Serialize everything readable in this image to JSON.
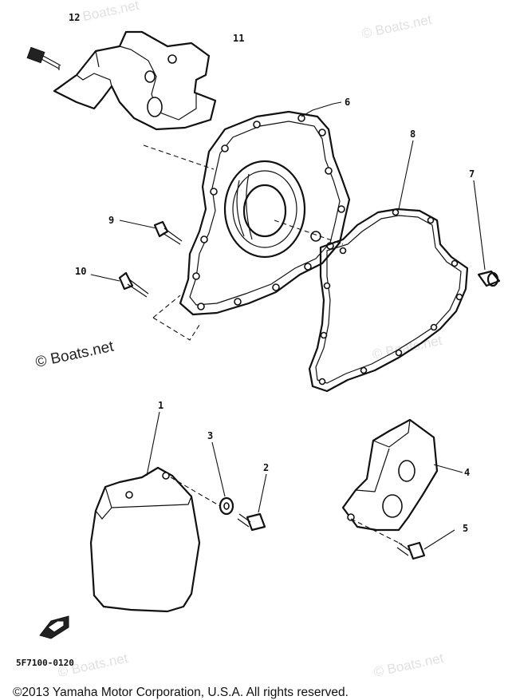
{
  "diagram": {
    "callouts": {
      "c1": "1",
      "c2": "2",
      "c3": "3",
      "c4": "4",
      "c5": "5",
      "c6": "6",
      "c7": "7",
      "c8": "8",
      "c9": "9",
      "c10": "10",
      "c11": "11",
      "c12": "12"
    },
    "drawing_code": "5F7100-0120",
    "fwd_label": "FWD",
    "watermark": "© Boats.net",
    "copyright": "©2013 Yamaha Motor Corporation, U.S.A. All rights reserved."
  }
}
